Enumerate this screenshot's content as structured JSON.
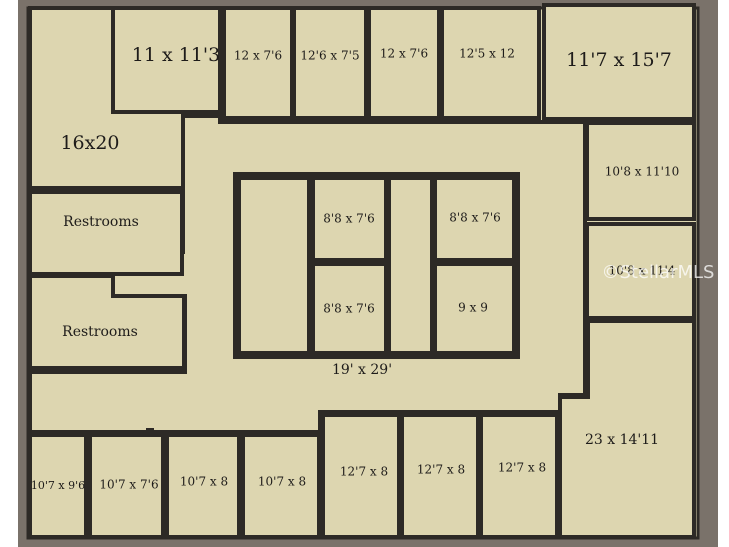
{
  "colors": {
    "outer_border": "#7a726a",
    "floor": "#ddd6b0",
    "wall": "#2d2a26",
    "text": "#1e1c1a"
  },
  "rooms": {
    "r_16x20": "16x20",
    "r_11x113": "11 x 11'3",
    "r_12x76_a": "12 x 7'6",
    "r_126x75": "12'6 x 7'5",
    "r_12x76_b": "12 x 7'6",
    "r_125x12": "12'5 x 12",
    "r_117x157": "11'7 x 15'7",
    "r_108x1110": "10'8 x 11'10",
    "r_108x114": "10'8 x 11'4",
    "r_restrooms_a": "Restrooms",
    "r_restrooms_b": "Restrooms",
    "r_88x76_a": "8'8 x 7'6",
    "r_88x76_b": "8'8 x 7'6",
    "r_88x76_c": "8'8 x 7'6",
    "r_9x9": "9 x 9",
    "r_common": "19' x 29'",
    "r_23x1411": "23 x 14'11",
    "r_107x96": "10'7 x 9'6",
    "r_107x76": "10'7 x 7'6",
    "r_107x8_a": "10'7 x 8",
    "r_107x8_b": "10'7 x 8",
    "r_127x8_a": "12'7 x 8",
    "r_127x8_b": "12'7 x 8",
    "r_127x8_c": "12'7 x 8"
  },
  "watermark": "©StellarMLS"
}
